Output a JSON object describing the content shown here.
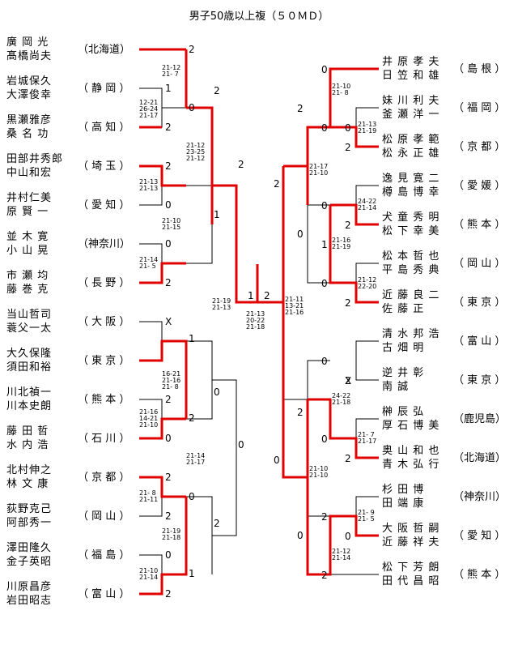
{
  "title": "男子50歳以上複（５０ＭＤ）",
  "left": [
    {
      "p1": "廣 岡  光",
      "p2": "髙橋尚夫",
      "pref": "（北海道）"
    },
    {
      "p1": "岩城保久",
      "p2": "大澤俊幸",
      "pref": "（ 静 岡 ）"
    },
    {
      "p1": "黒瀬雅彦",
      "p2": "桑 名  功",
      "pref": "（ 高 知 ）"
    },
    {
      "p1": "田部井秀郎",
      "p2": "中山和宏",
      "pref": "（ 埼 玉 ）"
    },
    {
      "p1": "井村仁美",
      "p2": "原  賢 一",
      "pref": "（ 愛 知 ）"
    },
    {
      "p1": "並  木  寛",
      "p2": "小  山  晃",
      "pref": "（神奈川）"
    },
    {
      "p1": "市  瀬  均",
      "p2": "藤 巻  克",
      "pref": "（ 長 野 ）"
    },
    {
      "p1": "当山哲司",
      "p2": "蓑父一太",
      "pref": "（ 大 阪 ）"
    },
    {
      "p1": "大久保隆",
      "p2": "須田和裕",
      "pref": "（ 東 京 ）"
    },
    {
      "p1": "川北禎一",
      "p2": "川本史朗",
      "pref": "（ 熊 本 ）"
    },
    {
      "p1": "藤  田  哲",
      "p2": "水 内  浩",
      "pref": "（ 石 川 ）"
    },
    {
      "p1": "北村伸之",
      "p2": "林  文  康",
      "pref": "（ 京 都 ）"
    },
    {
      "p1": "荻野克己",
      "p2": "阿部秀一",
      "pref": "（ 岡 山 ）"
    },
    {
      "p1": "澤田隆久",
      "p2": "金子英昭",
      "pref": "（ 福 島 ）"
    },
    {
      "p1": "川原昌彦",
      "p2": "岩田昭志",
      "pref": "（ 富 山 ）"
    }
  ],
  "right": [
    {
      "p1": "井 原 孝 夫",
      "p2": "日 笠 和 雄",
      "pref": "（ 島 根 ）"
    },
    {
      "p1": "妹 川 利 夫",
      "p2": "釜 瀬 洋 一",
      "pref": "（ 福 岡 ）"
    },
    {
      "p1": "松 原 孝 範",
      "p2": "松 永 正 雄",
      "pref": "（ 京 都 ）"
    },
    {
      "p1": "逸 見 寛 二",
      "p2": "樽 島 博 幸",
      "pref": "（ 愛 媛 ）"
    },
    {
      "p1": "犬 童 秀 明",
      "p2": "松 下 幸 美",
      "pref": "（ 熊 本 ）"
    },
    {
      "p1": "松 本 哲 也",
      "p2": "平 島 秀 典",
      "pref": "（ 岡 山 ）"
    },
    {
      "p1": "近 藤 良 二",
      "p2": "佐   藤   正",
      "pref": "（ 東 京 ）"
    },
    {
      "p1": "清 水 邦 浩",
      "p2": "古   畑   明",
      "pref": "（ 富 山 ）"
    },
    {
      "p1": "逆   井   彰",
      "p2": "南       誠",
      "pref": "（ 東 京 ）"
    },
    {
      "p1": "榊   辰   弘",
      "p2": "厚 石 博 美",
      "pref": "（鹿児島）"
    },
    {
      "p1": "奥 山 和 也",
      "p2": "青 木 弘 行",
      "pref": "（北海道）"
    },
    {
      "p1": "杉   田   博",
      "p2": "田   端   康",
      "pref": "（神奈川）"
    },
    {
      "p1": "大 阪 哲 嗣",
      "p2": "近 藤 祥 夫",
      "pref": "（ 愛 知 ）"
    },
    {
      "p1": "松 下 芳 朗",
      "p2": "田 代 昌 昭",
      "pref": "（ 熊 本 ）"
    }
  ],
  "numbers": [
    "2",
    "1",
    "0",
    "2",
    "2",
    "2",
    "0",
    "1",
    "0",
    "2",
    "X",
    "1",
    "0",
    "2",
    "2",
    "0",
    "0",
    "2",
    "0",
    "2",
    "2",
    "1",
    "0",
    "2",
    "1",
    "2",
    "2",
    "0",
    "0",
    "2",
    "0",
    "2",
    "2",
    "0",
    "2",
    "0",
    "1",
    "0",
    "2",
    "0",
    "2",
    "2",
    "0",
    "2",
    "0",
    "2",
    "0",
    "X",
    "0",
    "2",
    "2",
    "0",
    "2",
    "0",
    "2",
    "2",
    "0",
    "2"
  ],
  "scores": [
    {
      "a": "21-12",
      "b": "21- 7"
    },
    {
      "a": "12-21",
      "b": "26-24",
      "c": "21-17"
    },
    {
      "a": "21-12",
      "b": "23-25",
      "c": "21-12"
    },
    {
      "a": "21-13",
      "b": "21-13"
    },
    {
      "a": "21-10",
      "b": "21-15"
    },
    {
      "a": "21-14",
      "b": "21- 5"
    },
    {
      "a": "21-19",
      "b": "21-13"
    },
    {
      "a": "21-13",
      "b": "20-22",
      "c": "21-18"
    },
    {
      "a": "16-21",
      "b": "21-16",
      "c": "21- 8"
    },
    {
      "a": "21-16",
      "b": "14-21",
      "c": "21-10"
    },
    {
      "a": "21-14",
      "b": "21-17"
    },
    {
      "a": "21- 8",
      "b": "21-11"
    },
    {
      "a": "21-19",
      "b": "21-18"
    },
    {
      "a": "21-10",
      "b": "21-14"
    },
    {
      "a": "21-11",
      "b": "13-21",
      "c": "21-16"
    },
    {
      "a": "21-10",
      "b": "21- 8"
    },
    {
      "a": "21-13",
      "b": "21-19"
    },
    {
      "a": "21-17",
      "b": "21-10"
    },
    {
      "a": "24-22",
      "b": "21-14"
    },
    {
      "a": "21-16",
      "b": "21-19"
    },
    {
      "a": "21-12",
      "b": "22-20"
    },
    {
      "a": "24-22",
      "b": "21-18"
    },
    {
      "a": "21- 7",
      "b": "21-17"
    },
    {
      "a": "21-10",
      "b": "21-10"
    },
    {
      "a": "21- 9",
      "b": "21- 5"
    },
    {
      "a": "21-12",
      "b": "21-14"
    }
  ]
}
